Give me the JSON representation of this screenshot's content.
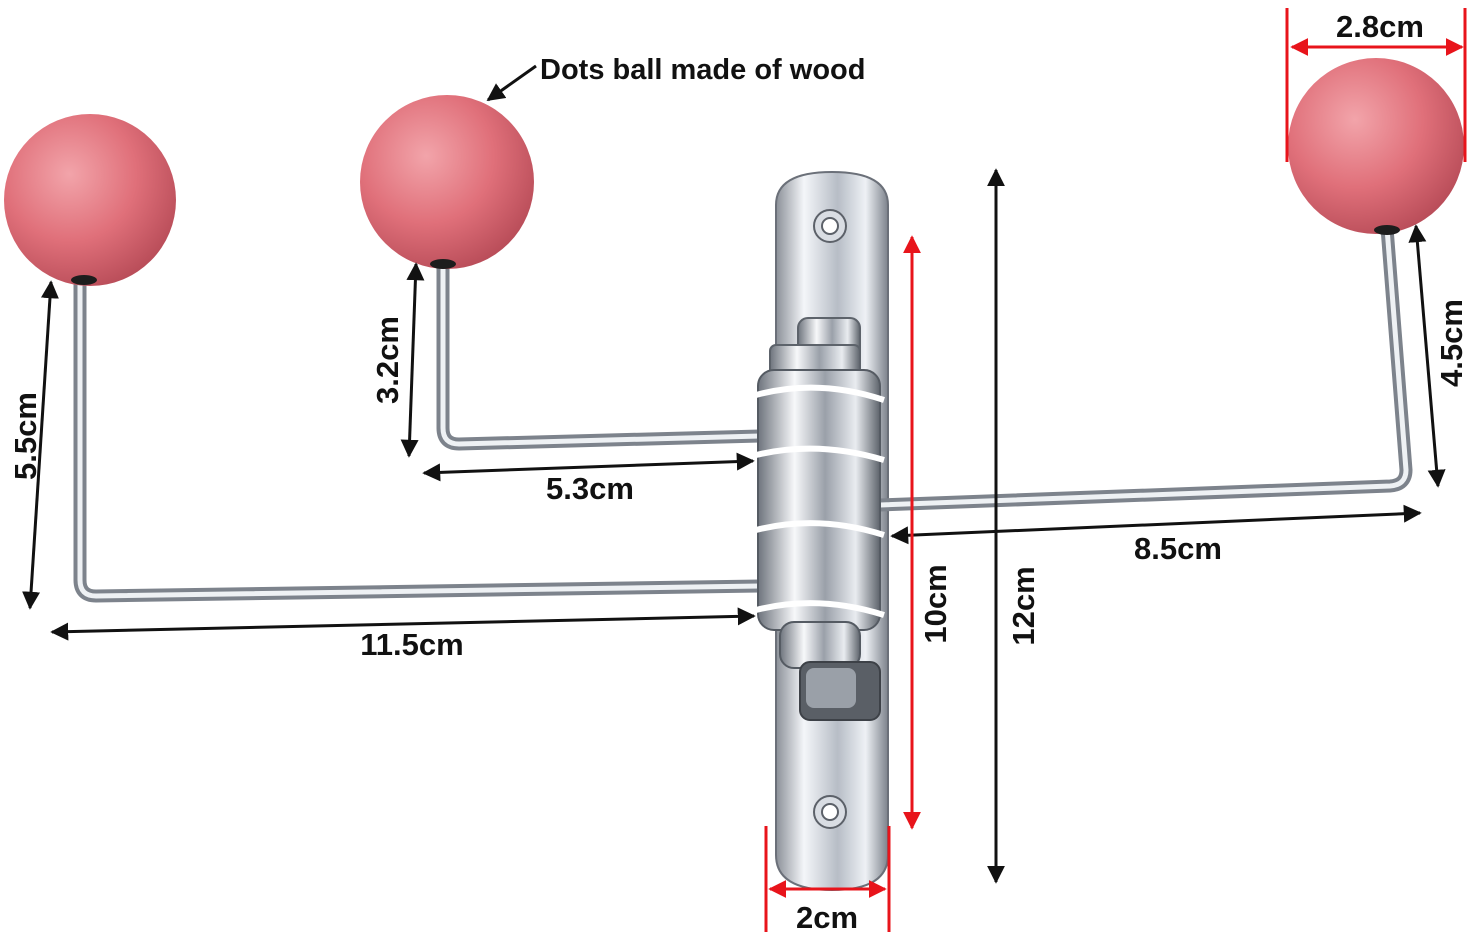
{
  "callout": {
    "text": "Dots ball made of wood"
  },
  "dimensions": {
    "ball_diameter": "2.8cm",
    "left_hook_height": "5.5cm",
    "left_arm_length": "11.5cm",
    "middle_hook_height": "3.2cm",
    "middle_arm_length": "5.3cm",
    "right_hook_height": "4.5cm",
    "right_arm_length": "8.5cm",
    "plate_hole_spacing": "10cm",
    "plate_height": "12cm",
    "plate_width": "2cm"
  },
  "colors": {
    "ball": "#e0707a",
    "chrome": "#c9ced6",
    "chrome_dark": "#7d838c",
    "dimension_black": "#111111",
    "dimension_red": "#e8141b",
    "background": "#ffffff"
  }
}
